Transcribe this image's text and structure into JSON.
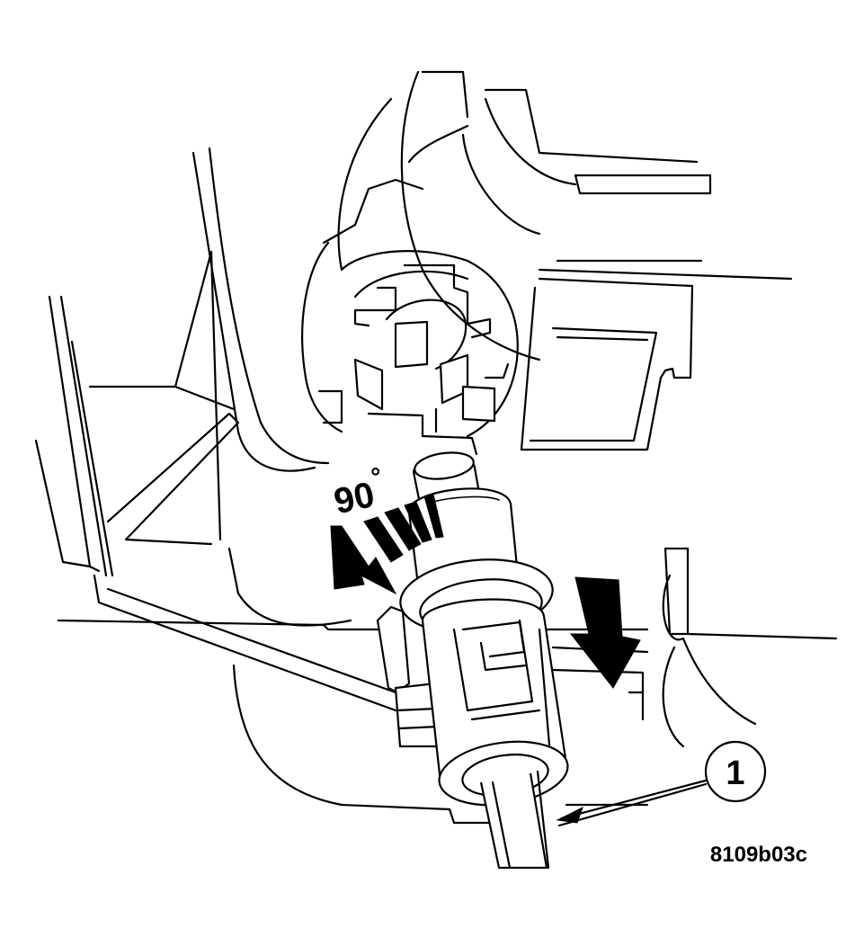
{
  "diagram": {
    "angle_label": "90",
    "angle_unit": "°",
    "callout_number": "1",
    "figure_code": "8109b03c"
  },
  "colors": {
    "line": "#000000",
    "background": "#ffffff"
  }
}
